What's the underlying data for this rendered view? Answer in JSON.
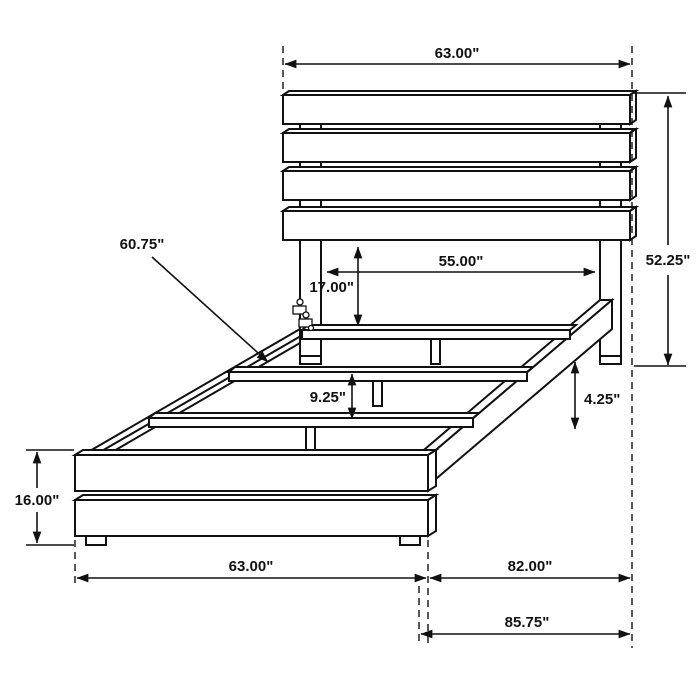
{
  "page": {
    "background": "#ffffff",
    "line_color": "#111111",
    "subject": "bed frame dimension diagram"
  },
  "dims": {
    "headboard_width": "63.00\"",
    "headboard_height": "52.25\"",
    "inner_width": "55.00\"",
    "headboard_leg_drop": "17.00\"",
    "rail_length": "60.75\"",
    "slat_clearance": "9.25\"",
    "rail_board_width": "4.25\"",
    "footboard_height": "16.00\"",
    "footboard_width": "63.00\"",
    "frame_length": "82.00\"",
    "overall_length": "85.75\""
  }
}
